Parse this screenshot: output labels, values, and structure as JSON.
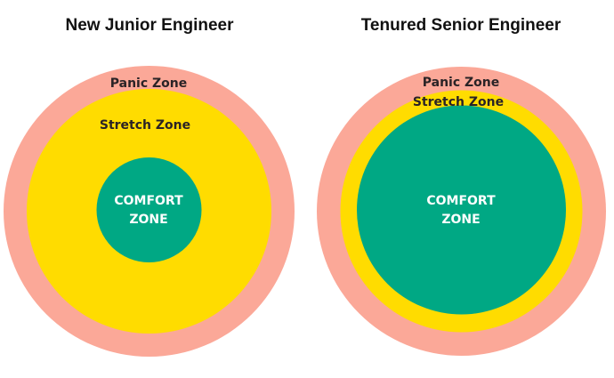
{
  "colors": {
    "panic": "#fba898",
    "stretch": "#ffdc00",
    "comfort": "#00a884",
    "background": "#ffffff",
    "title_text": "#111111",
    "zone_text": "#2a2326",
    "comfort_text": "#ffffff"
  },
  "diagrams": [
    {
      "title": "New Junior Engineer",
      "panic_label": "Panic Zone",
      "stretch_label": "Stretch Zone",
      "comfort_line1": "COMFORT",
      "comfort_line2": "ZONE"
    },
    {
      "title": "Tenured Senior Engineer",
      "panic_label": "Panic Zone",
      "stretch_label": "Stretch Zone",
      "comfort_line1": "COMFORT",
      "comfort_line2": "ZONE"
    }
  ]
}
